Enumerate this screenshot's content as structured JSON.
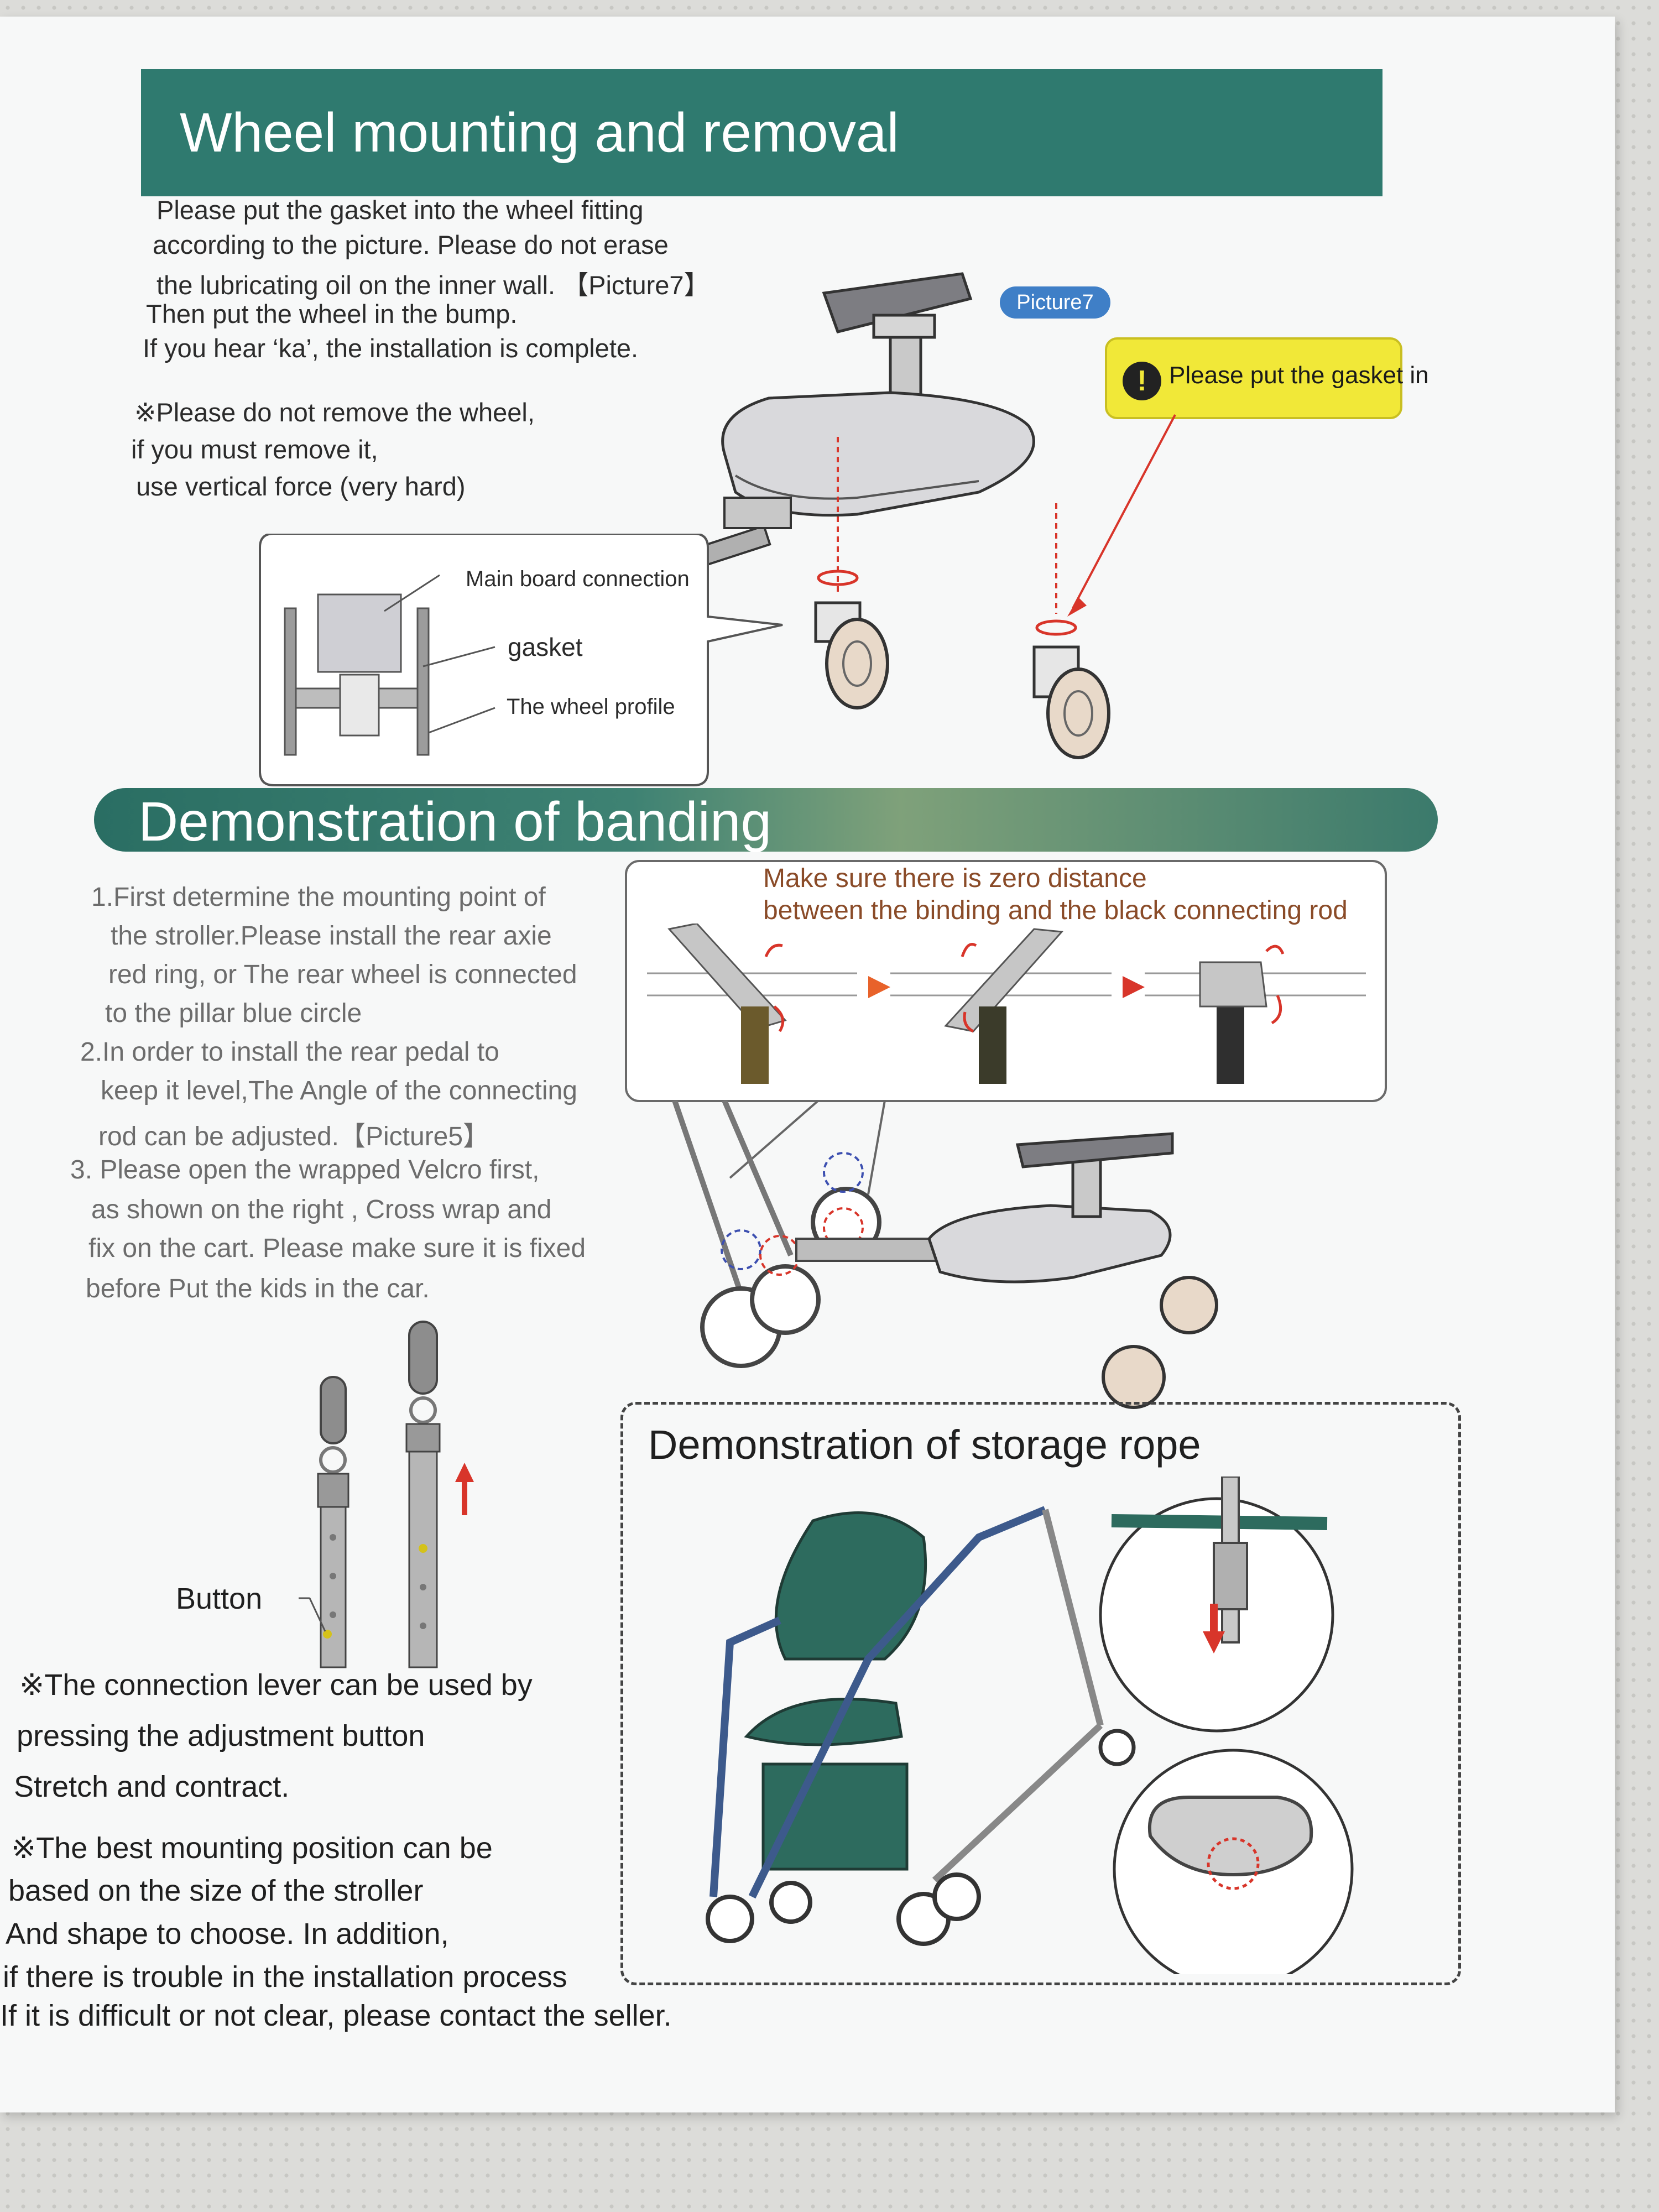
{
  "section1": {
    "title": "Wheel mounting and removal",
    "instructions": [
      "Please put the gasket into the wheel fitting",
      "according to the picture. Please do not erase",
      "the lubricating oil on the inner wall. 【Picture7】",
      "Then put the wheel in the bump.",
      "If you hear ‘ka’, the installation is complete."
    ],
    "warning": [
      "※Please do not remove the wheel,",
      "if you must remove it,",
      "use vertical force (very hard)"
    ],
    "picture_tag": "Picture7",
    "gasket_callout": "Please put the gasket in",
    "detail_labels": {
      "main_board": "Main board connection",
      "gasket": "gasket",
      "wheel_profile": "The wheel profile"
    }
  },
  "section2": {
    "title": "Demonstration of banding",
    "zero_distance": [
      "Make sure there is zero distance",
      "between the binding and the black connecting rod"
    ],
    "steps": [
      "1.First determine the mounting point of",
      "the stroller.Please install the rear axie",
      "red ring, or The rear wheel is connected",
      "to the pillar blue circle",
      "2.In order to install the rear pedal to",
      "keep it level,The Angle of the connecting",
      "rod can be adjusted.【Picture5】",
      "3. Please open the wrapped Velcro first,",
      "as shown on the right ,  Cross wrap and",
      "fix on the cart. Please make sure it is fixed",
      "before Put the kids in the car."
    ]
  },
  "lever": {
    "button_label": "Button",
    "note": [
      "※The connection lever can be used by",
      "pressing the adjustment button",
      "Stretch and contract."
    ],
    "best_position": [
      "※The best mounting position can be",
      "based on the size of the stroller",
      "And shape to choose. In addition,",
      "if there is trouble in the installation process",
      "If it is difficult or not clear, please contact the seller."
    ]
  },
  "storage": {
    "title": "Demonstration of storage rope"
  },
  "colors": {
    "header_green": "#2f7a6f",
    "accent_blue": "#3f7fc7",
    "callout_yellow": "#f1e838",
    "warning_red": "#d8352a"
  }
}
